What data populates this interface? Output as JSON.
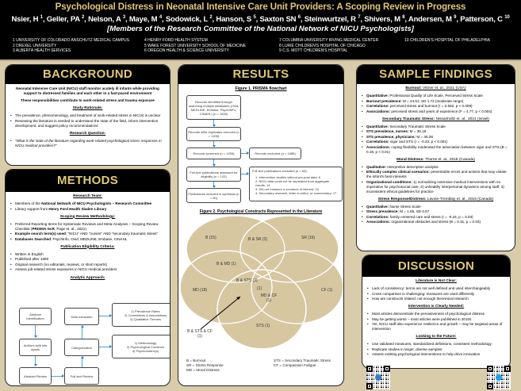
{
  "header": {
    "title": "Psychological Distress in Neonatal Intensive Care Unit Providers: A Scoping Review in Progress",
    "authors": [
      {
        "name": "Nsier, H",
        "sup": "1"
      },
      {
        "name": "Geller, PA",
        "sup": "2"
      },
      {
        "name": "Nelson, A",
        "sup": "3"
      },
      {
        "name": "Maye, M",
        "sup": "4"
      },
      {
        "name": "Sodowick, L",
        "sup": "2"
      },
      {
        "name": "Hanson, S",
        "sup": "5"
      },
      {
        "name": "Saxton SN",
        "sup": "6"
      },
      {
        "name": "Steinwurtzel, R",
        "sup": "7"
      },
      {
        "name": "Shivers, M",
        "sup": "8"
      },
      {
        "name": "Andersen, M",
        "sup": "9"
      },
      {
        "name": "Patterson, C",
        "sup": "10"
      }
    ],
    "committee": "[Members of the Research Committee of the National Network of NICU Psychologists]",
    "affiliations": [
      [
        "1 UNIVERSITY OF COLORADO ANSCHUTZ MEDICAL CAMPUS",
        "2 DREXEL UNIVERSITY",
        "3 ALBERTA HEALTH SERVICES"
      ],
      [
        "4 HENRY FORD HEALTH SYSTEM",
        "5 WAKE FOREST UNIVERSITY SCHOOL OF MEDICINE",
        "6 OREGON HEALTH & SCIENCE UNIVERSITY"
      ],
      [
        "7 COLUMBIA UNIVERSITY IRVING MEDICAL CENTER",
        "8 LURIE CHILDREN'S HOSPITAL OF CHICAGO",
        "9 C.S. MOTT CHILDREN'S HOSPITAL"
      ],
      [
        "10 CHILDREN'S HOSPITAL OF PHILADELPHIA"
      ]
    ]
  },
  "background": {
    "heading": "BACKGROUND",
    "intro": "Neonatal Intensive Care Unit (NICU) staff monitor acutely ill infants while providing support to distressed families and each other in a fast-paced environment",
    "statement": "These responsibilities contribute to work-related stress and trauma exposure",
    "rationale_heading": "Study Rationale:",
    "rationale": [
      "The prevalence, phenomenology, and treatment of work-related stress in NICUs is unclear",
      "Reviewing the literature is needed to understand the state of the field, inform intervention development, and suggest policy recommendations"
    ],
    "question_heading": "Research Question:",
    "question": "\"What is the state of the literature regarding work-related psychological stress responses in NICU medical providers?\""
  },
  "methods": {
    "heading": "METHODS",
    "team_heading": "Research Team:",
    "team": [
      {
        "pre": "Members of the ",
        "bold": "National Network of NICU Psychologists – Research Committee",
        "post": ""
      },
      {
        "pre": "Library support from ",
        "bold": "Henry Ford Health Sladen Library",
        "post": ""
      }
    ],
    "methodology_heading": "Scoping Review Methodology:",
    "methodology": [
      {
        "pre": "Preferred Reporting Items for Systematic Reviews and Meta-Analyses – Scoping Review Checklist (",
        "bold": "PRISMA-ScR",
        "post": ", Page et. al., 2021)"
      },
      {
        "pre": "",
        "bold": "Example search term(s) used",
        "post": ": \"NICU\" AND \"nurses\" AND \"secondary traumatic stress\""
      },
      {
        "pre": "",
        "bold": "Databases Searched",
        "post": ": PsychInfo, Ovid, MEDLINE, Embase, CINAHL"
      }
    ],
    "eligibility_heading": "Publication Eligibility Criteria:",
    "eligibility": [
      "Written in English",
      "Published after 1960",
      "Original research (no editorials, reviews, or short reports)",
      "Assess job-related stress exposures in NICU medical providers"
    ],
    "analytic_heading": "Analytic Approach:",
    "flow": {
      "abstract_identification": "Abstract Identification",
      "authors_split": "Authors split into dyads",
      "abstract_review": "Abstract Review",
      "full_text_review": "Full-text Review",
      "categorization": "Categorization",
      "data_extraction": "Data extraction",
      "outputs_top": [
        "1) Prevalence Rates",
        "2) Correlations & Associations",
        "3) Qualitative Themes"
      ],
      "outputs_mid": [
        "1) Methodology",
        "2) Psychological Construct",
        "3) Psychometric(s)"
      ]
    }
  },
  "results": {
    "heading": "RESULTS",
    "figure1_title": "Figure 1. PRISMA flowchart",
    "prisma": {
      "identified": "Records identified through searching multiple databases (Ovid, MEDLINE, Embase, PsychINFo, CINAHL) (n = 1609)",
      "after_duplicates": "Records after duplicates removed (n = 1205)",
      "screened": "Records screened (n = 1205)",
      "excluded": "Records excluded (n = 1085)",
      "fulltext_assessed": "Full-text publications assessed for eligibility (n = 120)",
      "fulltext_excluded_title": "Full-text publications excluded (n = 60):",
      "fulltext_excluded_reasons": [
        "1. Intervention studies without pre-post data: 6",
        "2. NICU data could not be separated from aggregate results: 14",
        "3. Did not measure a construct of interest: 23",
        "4. Secondary research, letter to editor, or commentary: 17"
      ],
      "included": "Publications included in synthesis (n = 60)"
    },
    "figure2_title": "Figure 2. Psychological Constructs Represented in the Literature",
    "venn": {
      "b": "B (15)",
      "b_sr": "B & SR (3)",
      "sr": "SR (16)",
      "b_md": "B & MD (1)",
      "md": "MD (18)",
      "b_sts": "B & STS (3)",
      "center": "(1)",
      "md_cf": "MD & CF (1)",
      "cf": "CF (1)",
      "sts": "STS (1)",
      "b_sts_cf": "B & STS & CF (1)"
    },
    "legend_left": [
      "B = Burnout",
      "SR = Stress Response",
      "MD = Moral Distress"
    ],
    "legend_right": [
      "STS = Secondary Traumatic Stress",
      "CF = Compassion Fatigue"
    ]
  },
  "findings": {
    "heading": "SAMPLE FINDINGS",
    "sections": [
      {
        "topic": "Burnout:",
        "cite": " Vittner et. al., 2021 (USA)",
        "items": [
          {
            "bold": "Quantitative:",
            "text": " Professional Quality of Life Scale, Perceived Stress Scale"
          },
          {
            "bold": "Burnout prevalence:",
            "text": " M = 24.61; SD 1.72 (moderate range)"
          },
          {
            "bold": "Correlations:",
            "text": " perceived stress and burnout (r = 0.562, p < 0.009)"
          },
          {
            "bold": "Associations:",
            "text": " perceived stress and years of experience (F = 4.77, p < 0.004)"
          }
        ]
      },
      {
        "topic": "Secondary Traumatic Stress:",
        "cite": " Nissanholtz et. al., 2021 (Israel)",
        "items": [
          {
            "bold": "Quantitative:",
            "text": " Secondary Traumatic Stress Scale"
          },
          {
            "bold": "STS prevalence, nurses:",
            "text": " M = 35.18"
          },
          {
            "bold": "STS prevalence, physicians:",
            "text": " M = 35.38"
          },
          {
            "bold": "Correlations:",
            "text": " vigor and STS (r = -0.33, p < 0.001)"
          },
          {
            "bold": "Associations:",
            "text": " coping flexibility moderated the association between vigor and STS (B = 0.19, p < 0.01)"
          }
        ]
      },
      {
        "topic": "Moral Distress:",
        "cite": " Thorne et. al., 2018 (Canada)",
        "items": [
          {
            "bold": "Qualitative:",
            "text": " Interpretive description analysis"
          },
          {
            "bold": "Ethically complex clinical scenarios:",
            "text": " preventable errors and actions that may violate the infant's best interests"
          },
          {
            "bold": "Organizational conditions:",
            "text": " 1) normalizing extensive medical interventions with no imperative for psychosocial care, 2) unhealthy interpersonal dynamics among staff, 3) inconsistent ethical guidelines for practice"
          }
        ]
      },
      {
        "topic": "Stress Response/Distress:",
        "cite": " Lavoie-Tremblay et. al., 2016 (Canada)",
        "items": [
          {
            "bold": "Quantitative:",
            "text": " Nurse Stress Scale"
          },
          {
            "bold": "Stress prevalence:",
            "text": " M = 1.65, SD 0.57"
          },
          {
            "bold": "Correlations:",
            "text": " family centered care and stress (r = -0.24, p = 0.03)"
          },
          {
            "bold": "Associations:",
            "text": " organizational obstacles and stress (B = 0.31, p = 0.03)"
          }
        ]
      }
    ]
  },
  "discussion": {
    "heading": "DISCUSSION",
    "groups": [
      {
        "title": "Literature is Not Clear:",
        "items": [
          "Lack of consistency: terms are not well defined and used interchangeably",
          "Cross comparison is challenging: measures are used differently",
          "How are constructs related: not enough theoretical research"
        ]
      },
      {
        "title": "Intervention is Clearly Needed:",
        "items": [
          "Most articles demonstrate the pervasiveness of psychological distress",
          "May be getting worse – most articles were published in 2010s",
          "Yet, NICU staff also experience resilience and growth – may be targeted areas of intervention"
        ]
      },
      {
        "title": "Looking to the Future:",
        "items": [
          "Use validated measures, standardized definitions, consistent methodology",
          "Replicate studies in larger, diverse samples",
          "Assess existing psychological interventions to help drive innovation"
        ]
      }
    ]
  },
  "qr": {
    "left_badge_color": "#3b7dc4",
    "right_badge_color": "#1da1f2"
  },
  "colors": {
    "title_gold": "#e0c878",
    "board_tan": "#d9ccab",
    "venn_fill": "#d6c7a1",
    "arrow_blue": "#2d7fc1"
  }
}
